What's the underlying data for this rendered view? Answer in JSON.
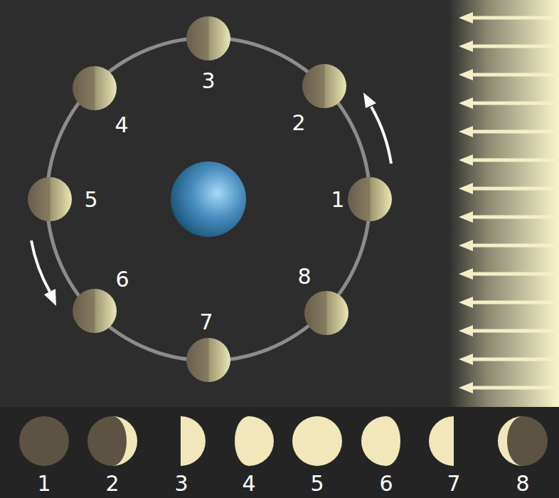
{
  "diagram": {
    "labels": [
      "3",
      "2",
      "4",
      "5",
      "1",
      "8",
      "6",
      "7",
      "1",
      "2",
      "3",
      "4",
      "5",
      "6",
      "7",
      "8"
    ]
  }
}
